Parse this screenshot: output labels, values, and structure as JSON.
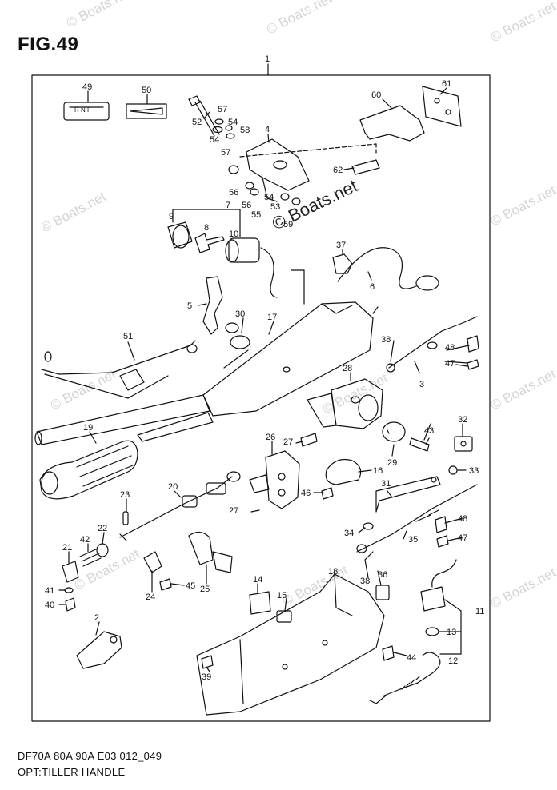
{
  "figure": {
    "title": "FIG.49",
    "footer_line1": "DF70A 80A 90A E03 012_049",
    "footer_line2": "OPT:TILLER HANDLE"
  },
  "watermark": {
    "text": "© Boats.net"
  },
  "diagram": {
    "assembly_label": "1",
    "parts": [
      {
        "id": "p1",
        "label": "1"
      },
      {
        "id": "p2",
        "label": "2"
      },
      {
        "id": "p3",
        "label": "3"
      },
      {
        "id": "p4",
        "label": "4"
      },
      {
        "id": "p5",
        "label": "5"
      },
      {
        "id": "p6",
        "label": "6"
      },
      {
        "id": "p7",
        "label": "7"
      },
      {
        "id": "p8",
        "label": "8"
      },
      {
        "id": "p9",
        "label": "9"
      },
      {
        "id": "p10",
        "label": "10"
      },
      {
        "id": "p11",
        "label": "11"
      },
      {
        "id": "p12",
        "label": "12"
      },
      {
        "id": "p13",
        "label": "13"
      },
      {
        "id": "p14",
        "label": "14"
      },
      {
        "id": "p15",
        "label": "15"
      },
      {
        "id": "p16",
        "label": "16"
      },
      {
        "id": "p17",
        "label": "17"
      },
      {
        "id": "p18",
        "label": "18"
      },
      {
        "id": "p19",
        "label": "19"
      },
      {
        "id": "p20",
        "label": "20"
      },
      {
        "id": "p21",
        "label": "21"
      },
      {
        "id": "p22",
        "label": "22"
      },
      {
        "id": "p23",
        "label": "23"
      },
      {
        "id": "p24",
        "label": "24"
      },
      {
        "id": "p25",
        "label": "25"
      },
      {
        "id": "p26",
        "label": "26"
      },
      {
        "id": "p27a",
        "label": "27"
      },
      {
        "id": "p27b",
        "label": "27"
      },
      {
        "id": "p28",
        "label": "28"
      },
      {
        "id": "p29",
        "label": "29"
      },
      {
        "id": "p30",
        "label": "30"
      },
      {
        "id": "p31",
        "label": "31"
      },
      {
        "id": "p32",
        "label": "32"
      },
      {
        "id": "p33",
        "label": "33"
      },
      {
        "id": "p34",
        "label": "34"
      },
      {
        "id": "p35",
        "label": "35"
      },
      {
        "id": "p36",
        "label": "36"
      },
      {
        "id": "p37",
        "label": "37"
      },
      {
        "id": "p38a",
        "label": "38"
      },
      {
        "id": "p38b",
        "label": "38"
      },
      {
        "id": "p39",
        "label": "39"
      },
      {
        "id": "p40",
        "label": "40"
      },
      {
        "id": "p41",
        "label": "41"
      },
      {
        "id": "p42",
        "label": "42"
      },
      {
        "id": "p43",
        "label": "43"
      },
      {
        "id": "p44",
        "label": "44"
      },
      {
        "id": "p45",
        "label": "45"
      },
      {
        "id": "p46",
        "label": "46"
      },
      {
        "id": "p47a",
        "label": "47"
      },
      {
        "id": "p47b",
        "label": "47"
      },
      {
        "id": "p48a",
        "label": "48"
      },
      {
        "id": "p48b",
        "label": "48"
      },
      {
        "id": "p49",
        "label": "49"
      },
      {
        "id": "p50",
        "label": "50"
      },
      {
        "id": "p51",
        "label": "51"
      },
      {
        "id": "p52",
        "label": "52"
      },
      {
        "id": "p53",
        "label": "53"
      },
      {
        "id": "p54a",
        "label": "54"
      },
      {
        "id": "p54b",
        "label": "54"
      },
      {
        "id": "p54c",
        "label": "54"
      },
      {
        "id": "p55",
        "label": "55"
      },
      {
        "id": "p56a",
        "label": "56"
      },
      {
        "id": "p56b",
        "label": "56"
      },
      {
        "id": "p57a",
        "label": "57"
      },
      {
        "id": "p57b",
        "label": "57"
      },
      {
        "id": "p58",
        "label": "58"
      },
      {
        "id": "p59",
        "label": "59"
      },
      {
        "id": "p60",
        "label": "60"
      },
      {
        "id": "p61",
        "label": "61"
      },
      {
        "id": "p62",
        "label": "62"
      }
    ],
    "shift_plate_text": "R  N  F"
  }
}
